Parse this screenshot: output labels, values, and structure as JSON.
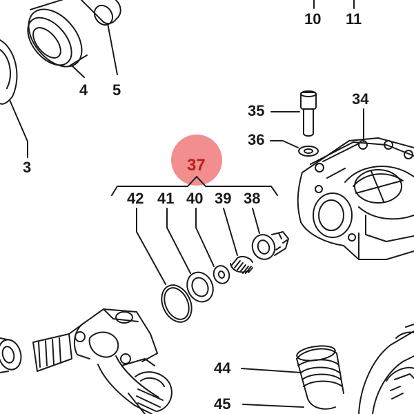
{
  "highlight_color": "#f07a7a",
  "highlighted_part": "37",
  "parts": {
    "p3": "3",
    "p4": "4",
    "p5": "5",
    "p10": "10",
    "p11": "11",
    "p34": "34",
    "p35": "35",
    "p36": "36",
    "p37": "37",
    "p38": "38",
    "p39": "39",
    "p40": "40",
    "p41": "41",
    "p42": "42",
    "p44": "44",
    "p45": "45"
  }
}
